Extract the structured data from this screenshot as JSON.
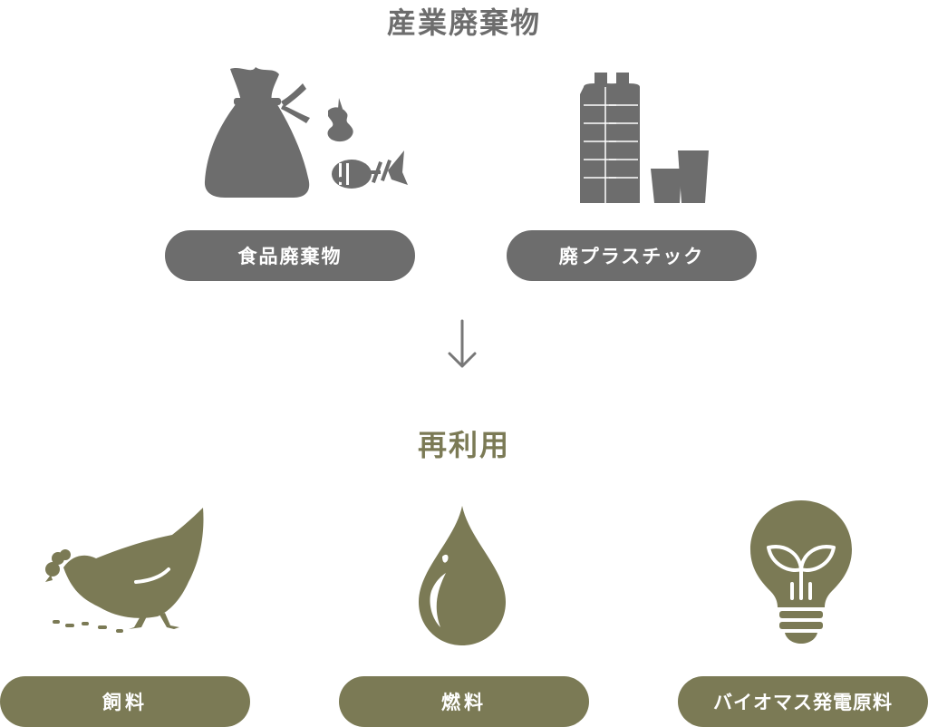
{
  "sections": {
    "industrial_waste_title": "産業廃棄物",
    "reuse_title": "再利用"
  },
  "sources": [
    {
      "label": "食品廃棄物",
      "icon": "food-waste-icon"
    },
    {
      "label": "廃プラスチック",
      "icon": "plastic-bottles-icon"
    }
  ],
  "uses": [
    {
      "label": "飼料",
      "icon": "chicken-icon"
    },
    {
      "label": "燃料",
      "icon": "fuel-drop-icon"
    },
    {
      "label": "バイオマス発電原料",
      "icon": "lightbulb-sprout-icon"
    }
  ],
  "colors": {
    "waste_gray": "#6d6d6d",
    "reuse_olive": "#7b7a55",
    "arrow": "#777777"
  }
}
